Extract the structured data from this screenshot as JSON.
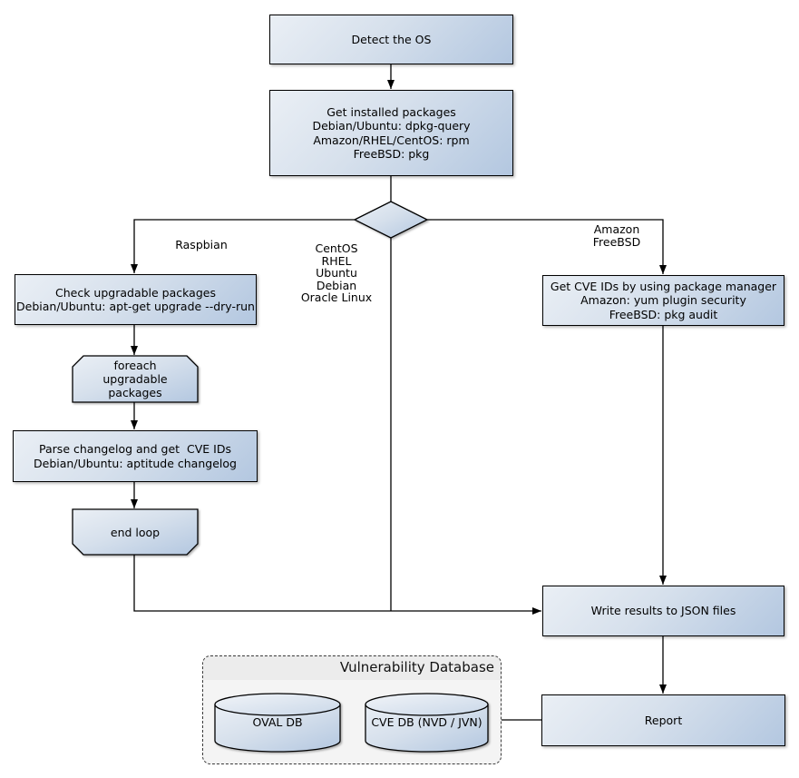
{
  "nodes": {
    "detect_os": "Detect the OS",
    "get_installed_packages": "Get installed packages\nDebian/Ubuntu: dpkg-query\nAmazon/RHEL/CentOS: rpm\nFreeBSD: pkg",
    "check_upgradable": "Check upgradable packages\nDebian/Ubuntu: apt-get upgrade --dry-run",
    "foreach_loop": "foreach\nupgradable  packages",
    "parse_changelog": "Parse changelog and get  CVE IDs\nDebian/Ubuntu: aptitude changelog",
    "end_loop": "end loop",
    "get_cve_ids": "Get CVE IDs by using package manager\nAmazon: yum plugin security\nFreeBSD: pkg audit",
    "write_results": "Write results to JSON files",
    "report": "Report"
  },
  "branch_labels": {
    "raspbian": "Raspbian",
    "linux_family": "CentOS\nRHEL\nUbuntu\nDebian\nOracle Linux",
    "amazon_freebsd": "Amazon\nFreeBSD"
  },
  "database": {
    "title": "Vulnerability Database",
    "oval_db": "OVAL DB",
    "cve_db": "CVE DB (NVD / JVN)"
  },
  "colors": {
    "node_fill_light": "#eaeff5",
    "node_fill_dark": "#b3c7e0",
    "node_border": "#000000",
    "connector": "#000000",
    "container_fill": "#f4f4f4",
    "container_titlebar": "#ececec"
  }
}
